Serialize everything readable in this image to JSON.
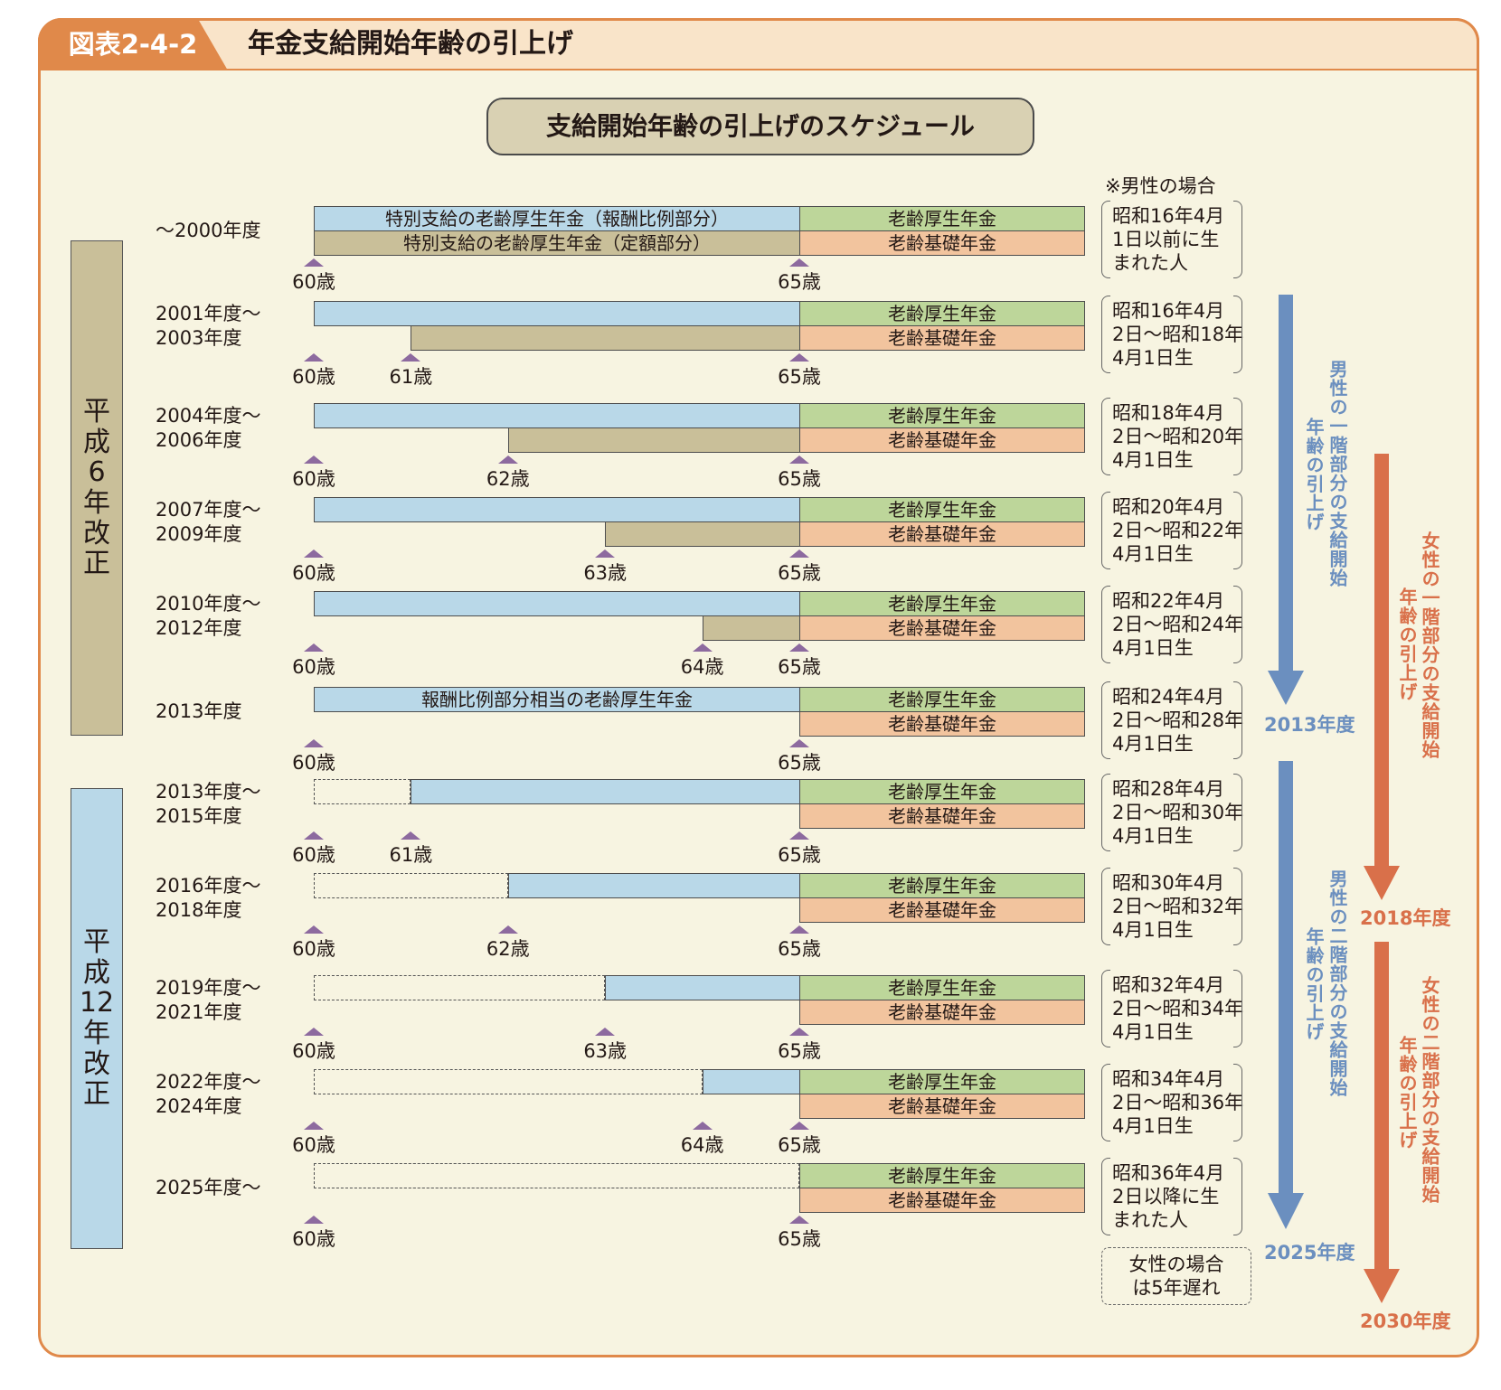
{
  "figure": {
    "label": "図表2-4-2",
    "title": "年金支給開始年齢の引上げ",
    "schedule_title": "支給開始年齢の引上げのスケジュール",
    "note_men": "※男性の場合",
    "note_women": "女性の場合\nは5年遅れ"
  },
  "colors": {
    "frame": "#e0894a",
    "pension_proportional": "#b9d8e8",
    "pension_fixed": "#c9bf99",
    "old_age_employees": "#bdd69a",
    "old_age_basic": "#f2c49e",
    "age_marker": "#8d6a9f",
    "men_arrow": "#6b8fbf",
    "women_arrow": "#d9704a"
  },
  "revisions": {
    "h6": [
      "平",
      "成",
      "6",
      "年",
      "改",
      "正"
    ],
    "h12": [
      "平",
      "成",
      "12",
      "年",
      "改",
      "正"
    ]
  },
  "bars": {
    "special_proportional": "特別支給の老齢厚生年金（報酬比例部分）",
    "special_fixed": "特別支給の老齢厚生年金（定額部分）",
    "proportional_equivalent": "報酬比例部分相当の老齢厚生年金",
    "old_age_employees": "老齢厚生年金",
    "old_age_basic": "老齢基礎年金"
  },
  "rows": [
    {
      "period": "～2000年度",
      "fixed_start_age": 60,
      "proportional_start_age": 60,
      "ages": [
        "60歳",
        "65歳"
      ],
      "birth": "昭和16年4月\n1日以前に生\nまれた人"
    },
    {
      "period": "2001年度～\n2003年度",
      "fixed_start_age": 61,
      "proportional_start_age": 60,
      "ages": [
        "60歳",
        "61歳",
        "65歳"
      ],
      "birth": "昭和16年4月\n2日～昭和18年\n4月1日生"
    },
    {
      "period": "2004年度～\n2006年度",
      "fixed_start_age": 62,
      "proportional_start_age": 60,
      "ages": [
        "60歳",
        "62歳",
        "65歳"
      ],
      "birth": "昭和18年4月\n2日～昭和20年\n4月1日生"
    },
    {
      "period": "2007年度～\n2009年度",
      "fixed_start_age": 63,
      "proportional_start_age": 60,
      "ages": [
        "60歳",
        "63歳",
        "65歳"
      ],
      "birth": "昭和20年4月\n2日～昭和22年\n4月1日生"
    },
    {
      "period": "2010年度～\n2012年度",
      "fixed_start_age": 64,
      "proportional_start_age": 60,
      "ages": [
        "60歳",
        "64歳",
        "65歳"
      ],
      "birth": "昭和22年4月\n2日～昭和24年\n4月1日生"
    },
    {
      "period": "2013年度",
      "fixed_start_age": 65,
      "proportional_start_age": 60,
      "ages": [
        "60歳",
        "65歳"
      ],
      "birth": "昭和24年4月\n2日～昭和28年\n4月1日生"
    },
    {
      "period": "2013年度～\n2015年度",
      "fixed_start_age": 65,
      "proportional_start_age": 61,
      "ages": [
        "60歳",
        "61歳",
        "65歳"
      ],
      "birth": "昭和28年4月\n2日～昭和30年\n4月1日生"
    },
    {
      "period": "2016年度～\n2018年度",
      "fixed_start_age": 65,
      "proportional_start_age": 62,
      "ages": [
        "60歳",
        "62歳",
        "65歳"
      ],
      "birth": "昭和30年4月\n2日～昭和32年\n4月1日生"
    },
    {
      "period": "2019年度～\n2021年度",
      "fixed_start_age": 65,
      "proportional_start_age": 63,
      "ages": [
        "60歳",
        "63歳",
        "65歳"
      ],
      "birth": "昭和32年4月\n2日～昭和34年\n4月1日生"
    },
    {
      "period": "2022年度～\n2024年度",
      "fixed_start_age": 65,
      "proportional_start_age": 64,
      "ages": [
        "60歳",
        "64歳",
        "65歳"
      ],
      "birth": "昭和34年4月\n2日～昭和36年\n4月1日生"
    },
    {
      "period": "2025年度～",
      "fixed_start_age": 65,
      "proportional_start_age": 65,
      "ages": [
        "60歳",
        "65歳"
      ],
      "birth": "昭和36年4月\n2日以降に生\nまれた人"
    }
  ],
  "arrows": {
    "men_tier1_col1": "男性の一階部分の支給開始",
    "men_tier1_col2": "年齢の引上げ",
    "men_tier1_end": "2013年度",
    "men_tier2_col1": "男性の二階部分の支給開始",
    "men_tier2_col2": "年齢の引上げ",
    "men_tier2_end": "2025年度",
    "women_tier1_col1": "女性の一階部分の支給開始",
    "women_tier1_col2": "年齢の引上げ",
    "women_tier1_end": "2018年度",
    "women_tier2_col1": "女性の二階部分の支給開始",
    "women_tier2_col2": "年齢の引上げ",
    "women_tier2_end": "2030年度"
  }
}
